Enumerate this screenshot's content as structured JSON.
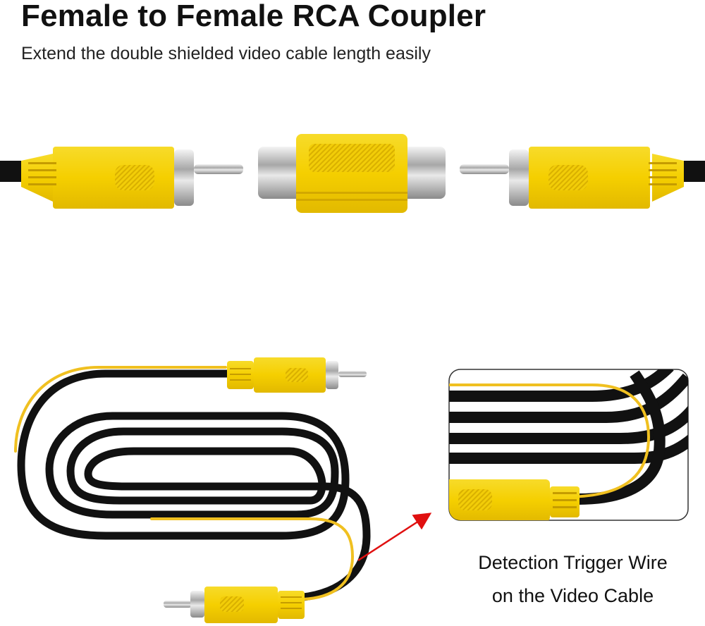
{
  "header": {
    "title": "Female to Female RCA Coupler",
    "subtitle": "Extend the double shielded video cable length easily"
  },
  "callout": {
    "line1": "Detection Trigger Wire",
    "line2": "on the Video Cable"
  },
  "colors": {
    "plug_yellow": "#f5d000",
    "cable_black": "#111111",
    "trigger_wire": "#f0c020",
    "arrow_red": "#e01010",
    "chrome": "#cfcfcf"
  }
}
